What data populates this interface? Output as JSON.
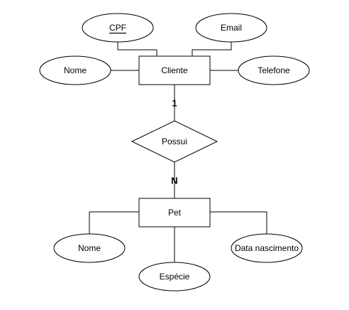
{
  "colors": {
    "stroke": "#000000",
    "fill": "#ffffff",
    "text": "#000000"
  },
  "entities": {
    "cliente": "Cliente",
    "pet": "Pet"
  },
  "relationship": {
    "possui": "Possui"
  },
  "cardinality": {
    "cliente_side": "1",
    "pet_side": "N"
  },
  "attributes": {
    "cliente": {
      "cpf": "CPF",
      "email": "Email",
      "nome": "Nome",
      "telefone": "Telefone"
    },
    "pet": {
      "nome": "Nome",
      "especie": "Espécie",
      "data_nascimento": "Data nascimento"
    }
  },
  "primary_key_attribute": "CPF"
}
